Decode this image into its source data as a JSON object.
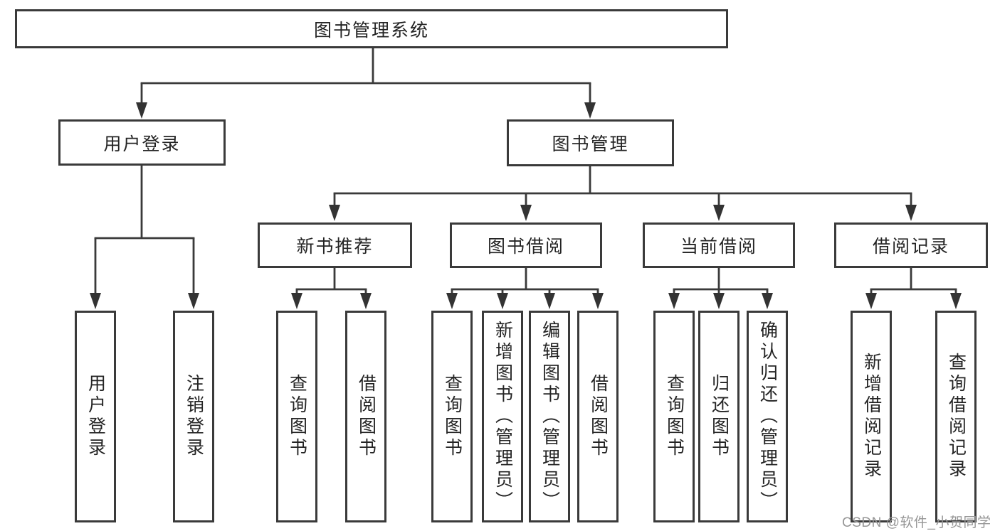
{
  "tree": {
    "label": "图书管理系统",
    "children": [
      {
        "label": "用户登录",
        "children": [
          {
            "label": "用户登录"
          },
          {
            "label": "注销登录"
          }
        ]
      },
      {
        "label": "图书管理",
        "children": [
          {
            "label": "新书推荐",
            "children": [
              {
                "label": "查询图书"
              },
              {
                "label": "借阅图书"
              }
            ]
          },
          {
            "label": "图书借阅",
            "children": [
              {
                "label": "查询图书"
              },
              {
                "label": "新增图书（管理员）"
              },
              {
                "label": "编辑图书（管理员）"
              },
              {
                "label": "借阅图书"
              }
            ]
          },
          {
            "label": "当前借阅",
            "children": [
              {
                "label": "查询图书"
              },
              {
                "label": "归还图书"
              },
              {
                "label": "确认归还（管理员）"
              }
            ]
          },
          {
            "label": "借阅记录",
            "children": [
              {
                "label": "新增借阅记录"
              },
              {
                "label": "查询借阅记录"
              }
            ]
          }
        ]
      }
    ]
  },
  "watermark": {
    "text": "CSDN @软件_小贺同学"
  },
  "colors": {
    "line": "#3a3a3a",
    "box_border": "#3a3a3a",
    "box_background": "#ffffff",
    "text": "#242424",
    "watermark": "#969696"
  }
}
